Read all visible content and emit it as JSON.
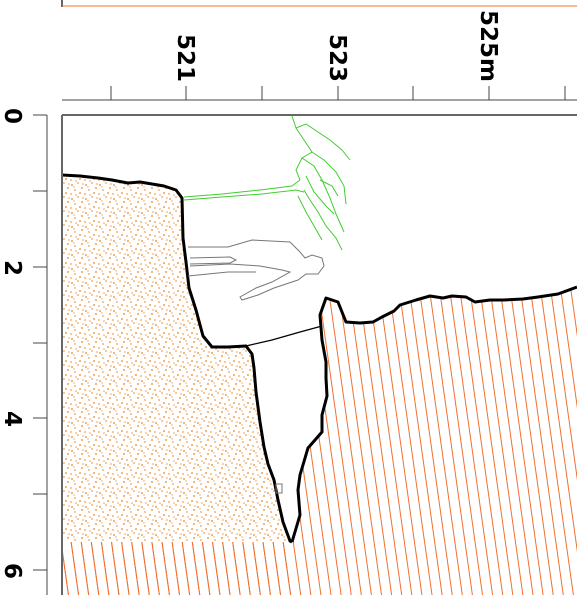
{
  "figure": {
    "top_axis": {
      "tick_labels": [
        "521",
        "523",
        "525m"
      ]
    },
    "left_axis": {
      "tick_labels": [
        "0",
        "2",
        "4",
        "6"
      ]
    },
    "colors": {
      "stipple_fill": "#f0a050",
      "hatch_lines": "#f07030",
      "vegetation": "#44cc33",
      "person_outline": "#777777",
      "profile_line": "#000000",
      "frame": "#666666"
    },
    "elements": [
      "stippled-sediment",
      "hatched-bedrock",
      "ground-profile",
      "person-sketch",
      "tree-sketch"
    ]
  }
}
